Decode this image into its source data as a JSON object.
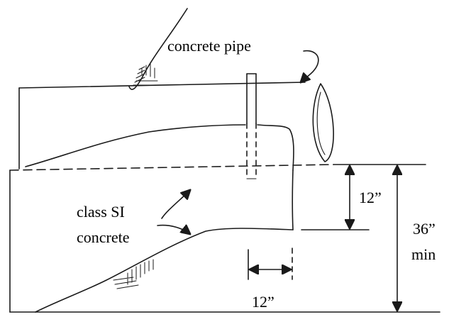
{
  "labels": {
    "pipe": "concrete pipe",
    "concrete_line1": "class SI",
    "concrete_line2": "concrete",
    "dim_vertical_12": "12”",
    "dim_horizontal_12": "12”",
    "dim_36": "36”",
    "dim_min": "min"
  }
}
